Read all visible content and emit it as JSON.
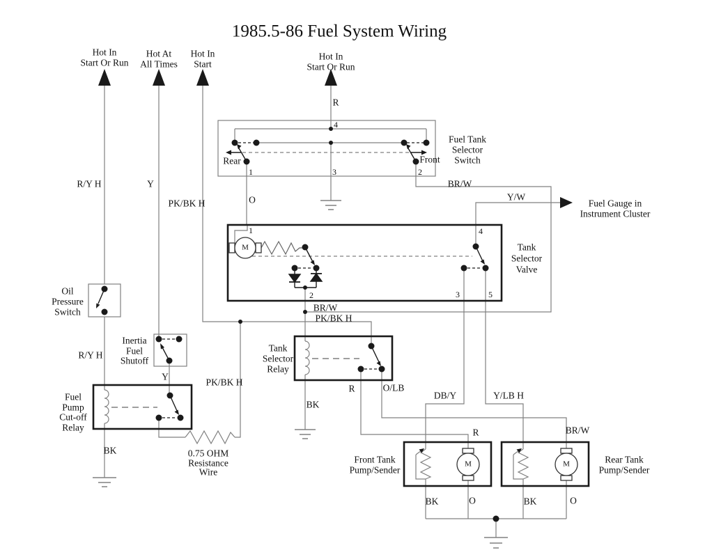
{
  "title": "1985.5-86 Fuel System Wiring",
  "power_feeds": [
    {
      "line1": "Hot In",
      "line2": "Start Or Run"
    },
    {
      "line1": "Hot At",
      "line2": "All Times"
    },
    {
      "line1": "Hot In",
      "line2": "Start"
    },
    {
      "line1": "Hot In",
      "line2": "Start Or Run"
    }
  ],
  "components": {
    "fuel_tank_selector_switch": {
      "label": [
        "Fuel Tank",
        "Selector",
        "Switch"
      ],
      "terminals": [
        "1",
        "2",
        "3",
        "4"
      ],
      "positions": {
        "rear": "Rear",
        "front": "Front"
      }
    },
    "tank_selector_valve": {
      "label": [
        "Tank",
        "Selector",
        "Valve"
      ],
      "terminals": [
        "1",
        "2",
        "3",
        "4",
        "5"
      ],
      "motor": "M"
    },
    "fuel_gauge": {
      "label": [
        "Fuel Gauge in",
        "Instrument Cluster"
      ]
    },
    "oil_pressure_switch": {
      "label": [
        "Oil",
        "Pressure",
        "Switch"
      ]
    },
    "inertia_fuel_shutoff": {
      "label": [
        "Inertia",
        "Fuel",
        "Shutoff"
      ]
    },
    "fuel_pump_cutoff_relay": {
      "label": [
        "Fuel",
        "Pump",
        "Cut-off",
        "Relay"
      ]
    },
    "tank_selector_relay": {
      "label": [
        "Tank",
        "Selector",
        "Relay"
      ]
    },
    "front_tank_pump_sender": {
      "label": [
        "Front Tank",
        "Pump/Sender"
      ],
      "motor": "M"
    },
    "rear_tank_pump_sender": {
      "label": [
        "Rear Tank",
        "Pump/Sender"
      ],
      "motor": "M"
    },
    "resistance_wire": {
      "label": [
        "0.75 OHM",
        "Resistance",
        "Wire"
      ]
    }
  },
  "wire_labels": {
    "r_top": "R",
    "ryh_upper": "R/Y H",
    "y_upper": "Y",
    "pkbk_upper": "PK/BK H",
    "brw_top": "BR/W",
    "yw": "Y/W",
    "o_selector": "O",
    "brw_mid": "BR/W",
    "pkbk_mid": "PK/BK H",
    "ryh_lower": "R/Y H",
    "y_lower": "Y",
    "pkbk_lower": "PK/BK H",
    "bk_selector_relay": "BK",
    "r_relay": "R",
    "olb_relay": "O/LB",
    "dby": "DB/Y",
    "ylbh": "Y/LB H",
    "bk_pump_relay": "BK",
    "r_front_motor": "R",
    "brw_rear_motor": "BR/W",
    "bk_front": "BK",
    "o_front": "O",
    "bk_rear": "BK",
    "o_rear": "O"
  },
  "colors": {
    "wire": "#808080",
    "ink": "#1a1a1a"
  }
}
